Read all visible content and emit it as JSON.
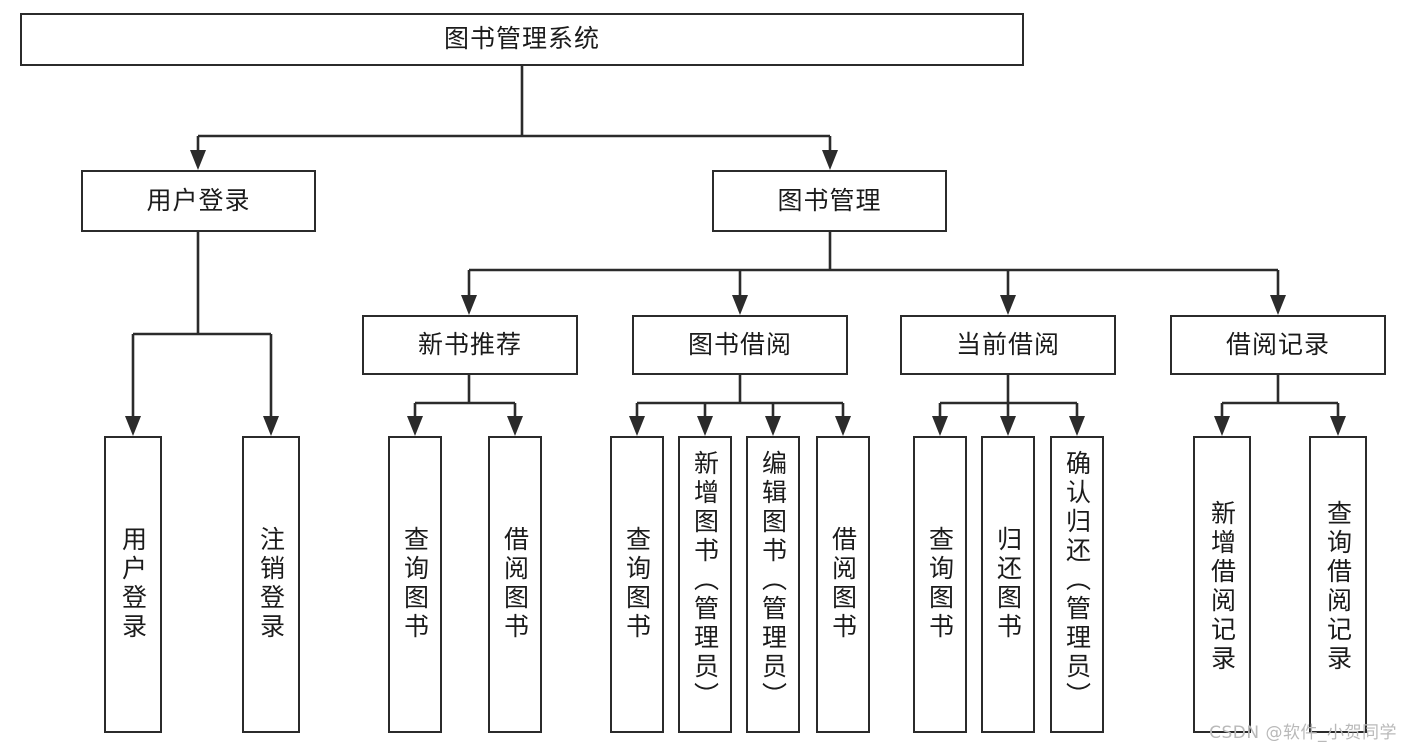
{
  "diagram": {
    "title_node": {
      "label": "图书管理系统"
    },
    "level1": [
      {
        "label": "用户登录"
      },
      {
        "label": "图书管理"
      }
    ],
    "level2": [
      {
        "label": "新书推荐"
      },
      {
        "label": "图书借阅"
      },
      {
        "label": "当前借阅"
      },
      {
        "label": "借阅记录"
      }
    ],
    "leaves": [
      {
        "label": "用户登录"
      },
      {
        "label": "注销登录"
      },
      {
        "label": "查询图书"
      },
      {
        "label": "借阅图书"
      },
      {
        "label": "查询图书"
      },
      {
        "label": "新增图书（管理员）"
      },
      {
        "label": "编辑图书（管理员）"
      },
      {
        "label": "借阅图书"
      },
      {
        "label": "查询图书"
      },
      {
        "label": "归还图书"
      },
      {
        "label": "确认归还（管理员）"
      },
      {
        "label": "新增借阅记录"
      },
      {
        "label": "查询借阅记录"
      }
    ],
    "colors": {
      "box_border": "#2b2b2b",
      "box_fill": "#ffffff",
      "text": "#1b1b1b",
      "connector": "#2b2b2b",
      "watermark": "#b9b9b9"
    }
  },
  "watermark": {
    "text": "CSDN @软件_小贺同学"
  }
}
